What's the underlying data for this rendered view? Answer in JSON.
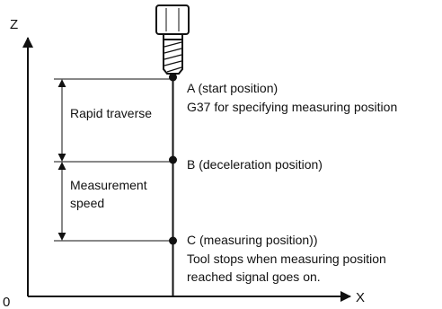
{
  "axes": {
    "z_label": "Z",
    "x_label": "X",
    "origin_label": "0"
  },
  "phases": {
    "rapid": "Rapid traverse",
    "measurement_line1": "Measurement",
    "measurement_line2": "speed"
  },
  "points": {
    "a_label": "A (start position)",
    "a_note": "G37 for specifying measuring position",
    "b_label": "B (deceleration position)",
    "c_label": "C (measuring position))",
    "c_note_line1": "Tool stops when measuring position",
    "c_note_line2": "reached signal goes on."
  }
}
